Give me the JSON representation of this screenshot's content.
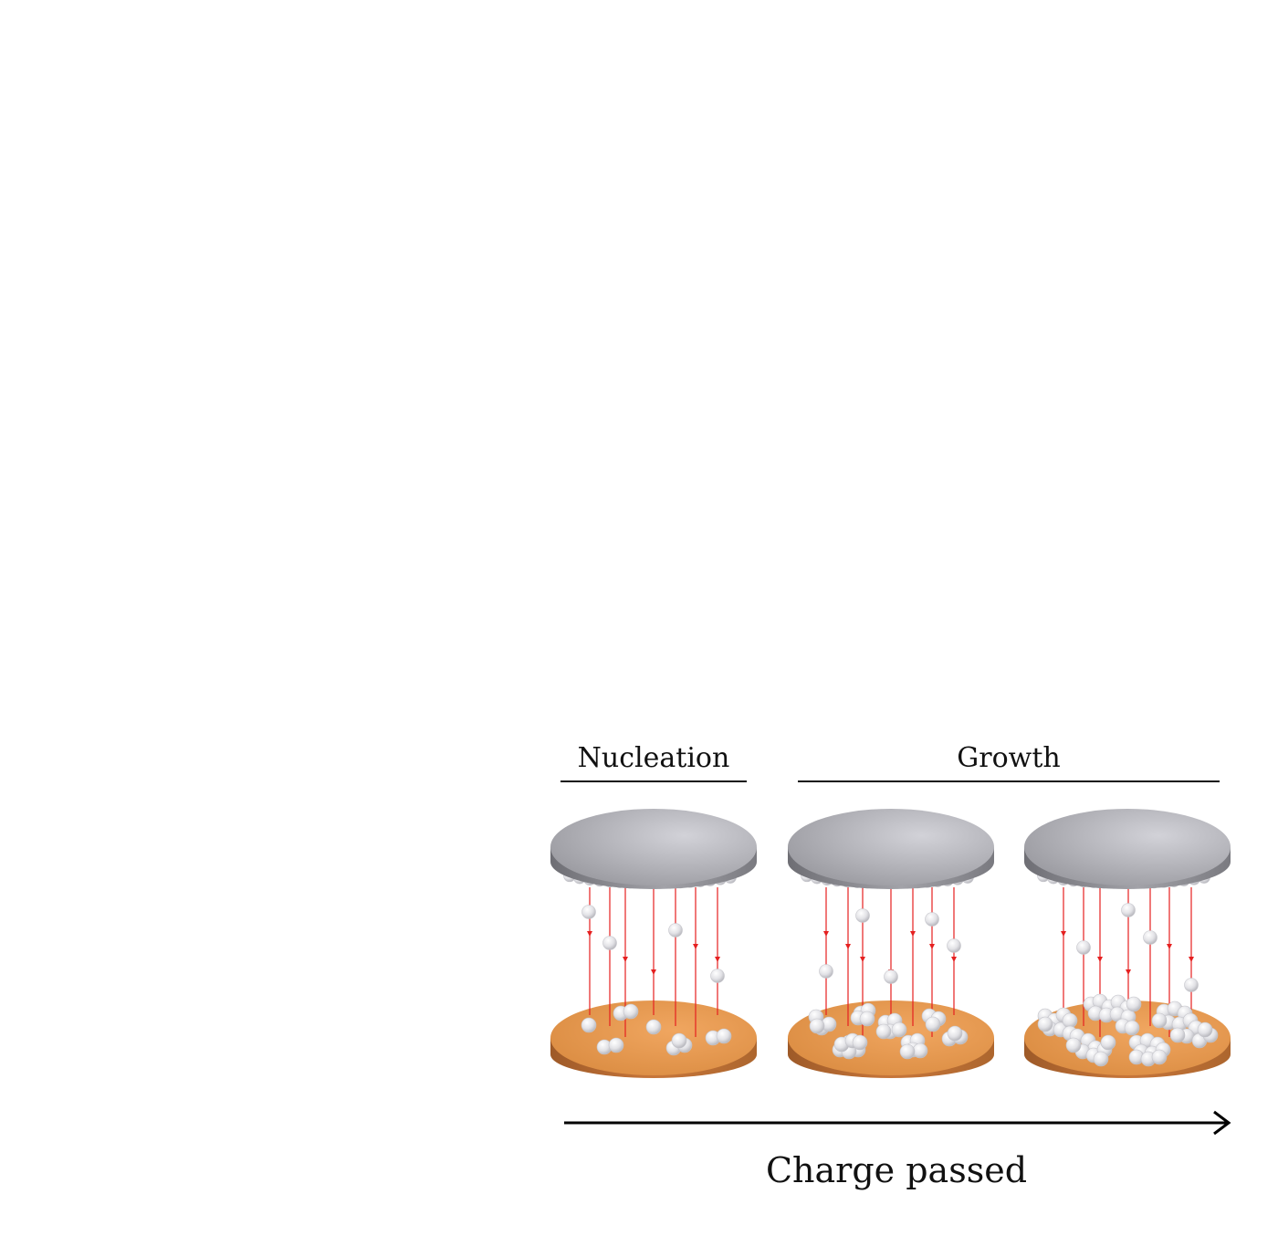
{
  "diagram": {
    "stage_labels": {
      "nucleation": "Nucleation",
      "growth": "Growth"
    },
    "axis_label": "Charge passed",
    "panels": [
      {
        "id": "panel-1",
        "stage": "nucleation",
        "deposit_clusters": 6,
        "deposit_level": "sparse"
      },
      {
        "id": "panel-2",
        "stage": "growth",
        "deposit_clusters": 8,
        "deposit_level": "moderate"
      },
      {
        "id": "panel-3",
        "stage": "growth",
        "deposit_clusters": 6,
        "deposit_level": "dense"
      }
    ],
    "colors": {
      "top_electrode": "#b8b8be",
      "bottom_electrode": "#e0964f",
      "particle": "#e6e6ea",
      "flux_arrow": "#e52020",
      "axis_arrow": "#000000"
    }
  }
}
